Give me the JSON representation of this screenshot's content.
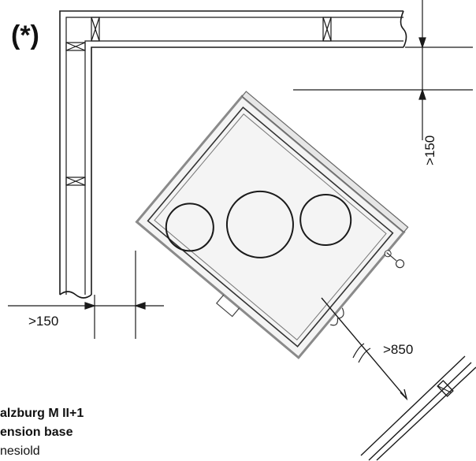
{
  "marker": "(*)",
  "dimensions": {
    "right_clearance": ">150",
    "left_clearance": ">150",
    "front_clearance": ">850"
  },
  "caption": {
    "line1": "alzburg M II+1",
    "line2": "ension base",
    "line3": "nesiold"
  },
  "colors": {
    "line": "#1a1a1a",
    "stove_fill": "#f4f4f4",
    "stove_edge": "#8a8a8a"
  }
}
